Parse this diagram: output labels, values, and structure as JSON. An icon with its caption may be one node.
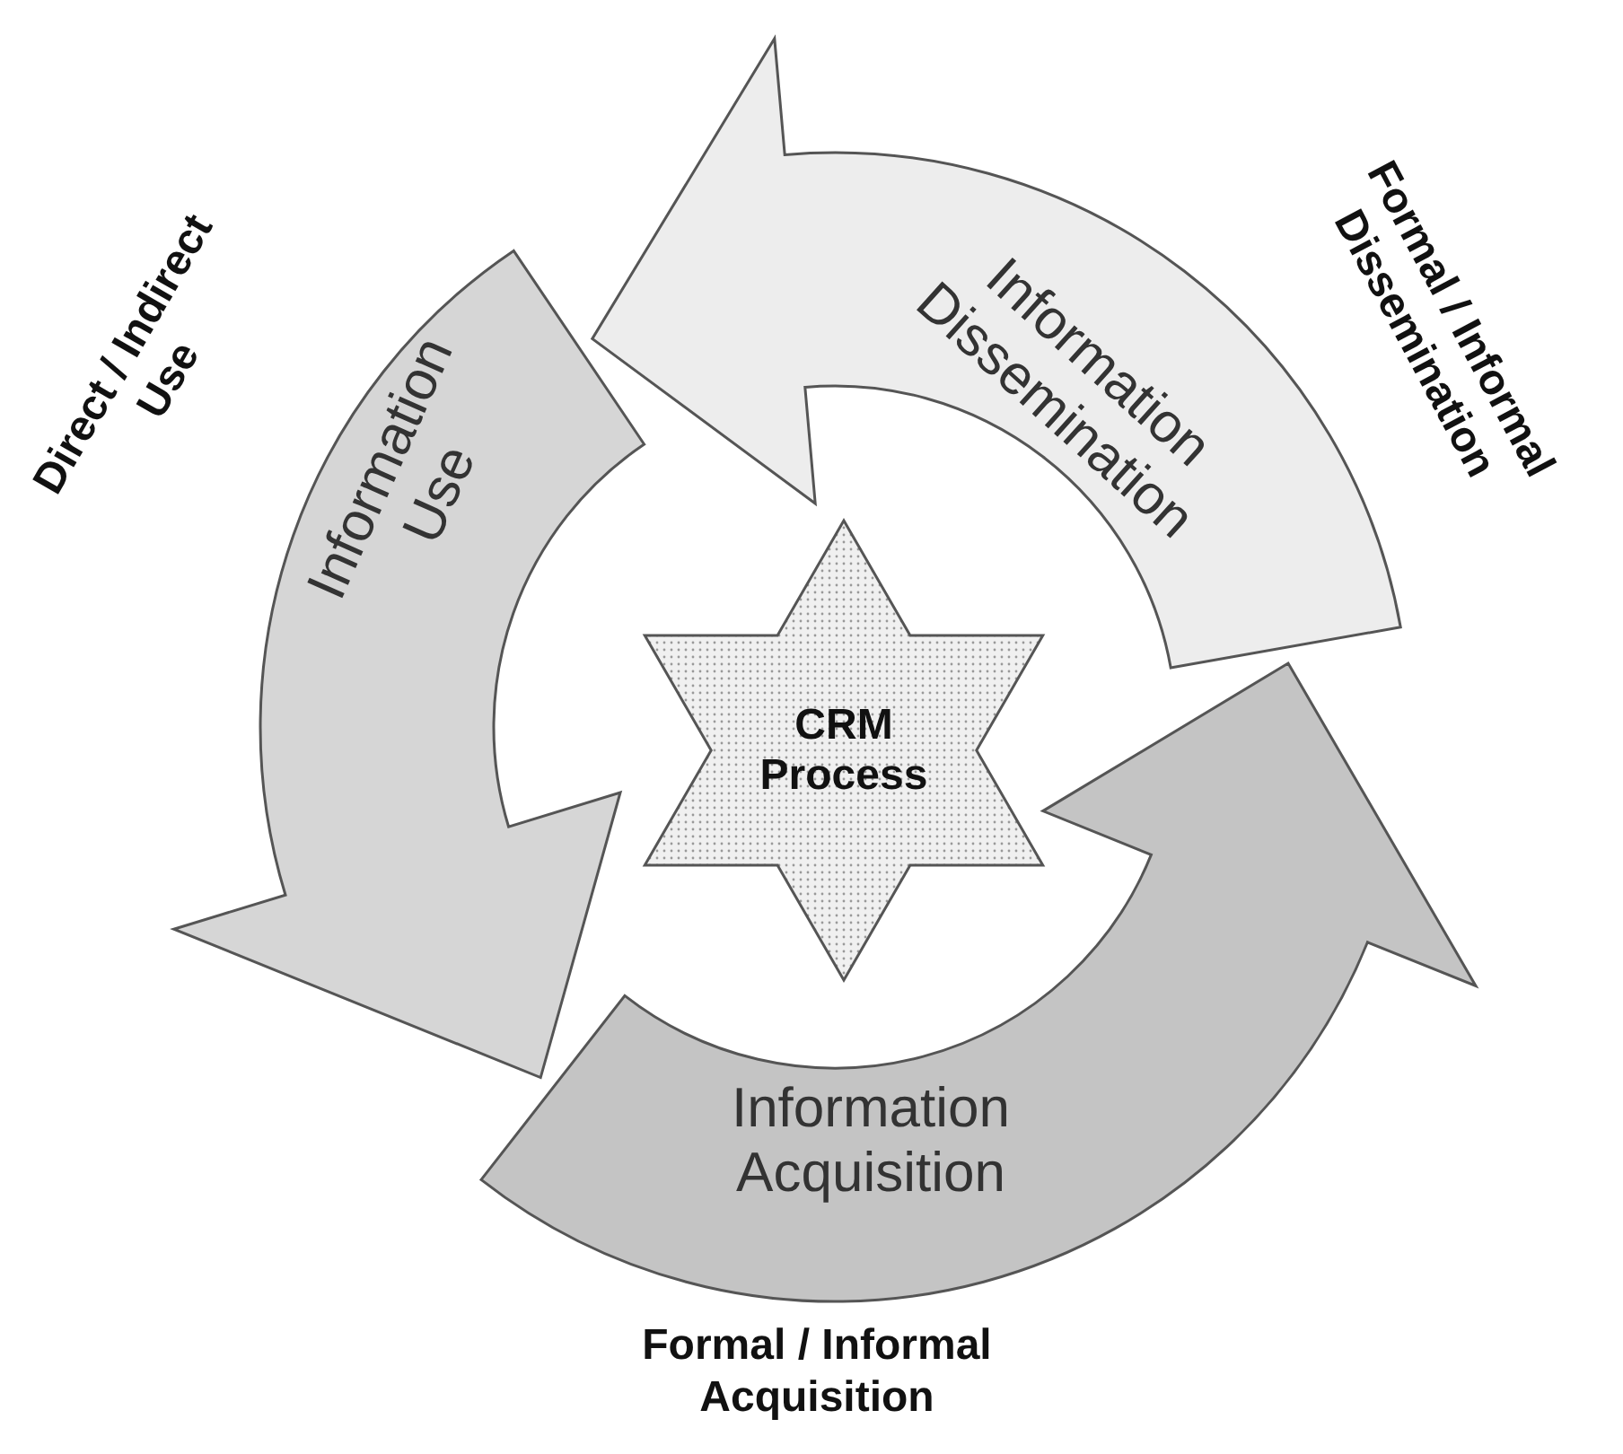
{
  "diagram": {
    "nodes": [
      {
        "text": [
          "CRM Process"
        ]
      },
      {
        "text": [
          "Information Dissemination"
        ],
        "beside": [
          "Formal / Informal Dissemination"
        ]
      },
      {
        "text": [
          "Information Use"
        ],
        "beside": [
          "Direct / Indirect Use"
        ]
      },
      {
        "text": [
          "Information Acquisition"
        ],
        "beside": [
          "Formal / Informal Acquisition"
        ]
      }
    ]
  }
}
